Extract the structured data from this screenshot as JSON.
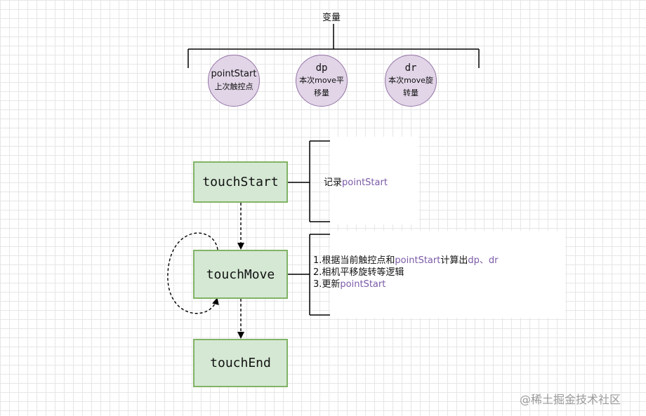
{
  "top_label": "变量",
  "variables": [
    {
      "name": "pointStart",
      "desc": "上次触控点",
      "mono": false
    },
    {
      "name": "dp",
      "desc": "本次move平移量",
      "mono": true
    },
    {
      "name": "dr",
      "desc": "本次move旋转量",
      "mono": true
    }
  ],
  "steps": [
    {
      "label": "touchStart"
    },
    {
      "label": "touchMove"
    },
    {
      "label": "touchEnd"
    }
  ],
  "notes": {
    "start": {
      "prefix": "记录",
      "highlight": "pointStart"
    },
    "move": [
      {
        "n": "1.",
        "a": "根据当前触控点和",
        "b": "pointStart",
        "c": "计算出",
        "d": "dp、dr"
      },
      {
        "n": "2.",
        "text": "相机平移旋转等逻辑"
      },
      {
        "n": "3.",
        "a": "更新",
        "b": "pointStart"
      }
    ]
  },
  "watermark": "@稀土掘金技术社区",
  "colors": {
    "process_fill": "#d5e8d4",
    "process_stroke": "#82b366",
    "var_fill": "#e1d5e7",
    "var_stroke": "#9673a6",
    "highlight": "#7a5aa6"
  }
}
